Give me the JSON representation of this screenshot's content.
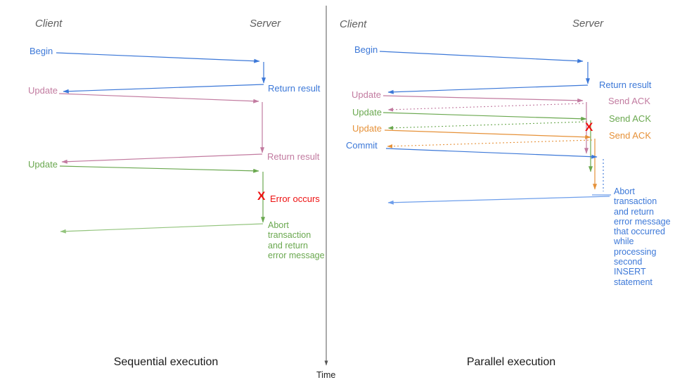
{
  "palette": {
    "blue": "#3c78d8",
    "blue_lt": "#6d9eeb",
    "pink": "#c27ba0",
    "green": "#6aa84f",
    "green_lt": "#93c47d",
    "orange": "#e69138",
    "red": "#ee1111",
    "axis": "#555555"
  },
  "left": {
    "caption": "Sequential execution",
    "client": "Client",
    "server": "Server",
    "begin": "Begin",
    "return1": "Return result",
    "update1": "Update",
    "return2": "Return result",
    "update2": "Update",
    "error_mark": "X",
    "error": "Error occurs",
    "abort": "Abort\ntransaction\nand return\nerror message"
  },
  "right": {
    "caption": "Parallel execution",
    "client": "Client",
    "server": "Server",
    "begin": "Begin",
    "return1": "Return result",
    "update1": "Update",
    "ack1": "Send ACK",
    "update2": "Update",
    "ack2": "Send ACK",
    "update3": "Update",
    "ack3": "Send ACK",
    "commit": "Commit",
    "error_mark": "X",
    "abort": "Abort\ntransaction\nand return\nerror message\nthat occurred\nwhile\nprocessing\nsecond\nINSERT\nstatement"
  },
  "time_axis": {
    "label": "Time"
  }
}
